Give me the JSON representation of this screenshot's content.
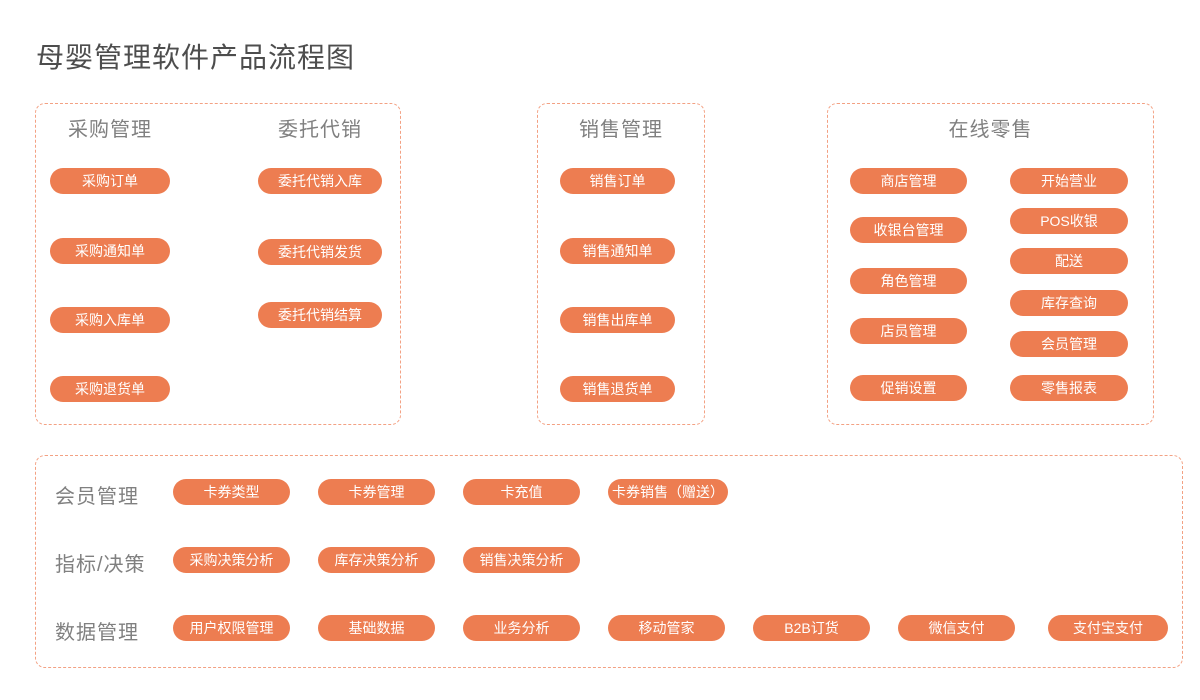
{
  "title": "母婴管理软件产品流程图",
  "colors": {
    "pill_background": "#ED7D51",
    "pill_text": "#FFFFFF",
    "box_border": "#F3A183",
    "heading_text": "#808080",
    "title_text": "#4D4D4D"
  },
  "sections": {
    "purchase": {
      "heading": "采购管理",
      "pills": [
        "采购订单",
        "采购通知单",
        "采购入库单",
        "采购退货单"
      ]
    },
    "consignment": {
      "heading": "委托代销",
      "pills": [
        "委托代销入库",
        "委托代销发货",
        "委托代销结算"
      ]
    },
    "sales": {
      "heading": "销售管理",
      "pills": [
        "销售订单",
        "销售通知单",
        "销售出库单",
        "销售退货单"
      ]
    },
    "online_retail": {
      "heading": "在线零售",
      "left_pills": [
        "商店管理",
        "收银台管理",
        "角色管理",
        "店员管理",
        "促销设置"
      ],
      "right_pills": [
        "开始营业",
        "POS收银",
        "配送",
        "库存查询",
        "会员管理",
        "零售报表"
      ]
    }
  },
  "bottom_rows": [
    {
      "label": "会员管理",
      "pills": [
        "卡券类型",
        "卡券管理",
        "卡充值",
        "卡券销售（赠送）"
      ]
    },
    {
      "label": "指标/决策",
      "pills": [
        "采购决策分析",
        "库存决策分析",
        "销售决策分析"
      ]
    },
    {
      "label": "数据管理",
      "pills": [
        "用户权限管理",
        "基础数据",
        "业务分析",
        "移动管家",
        "B2B订货",
        "微信支付",
        "支付宝支付"
      ]
    }
  ]
}
